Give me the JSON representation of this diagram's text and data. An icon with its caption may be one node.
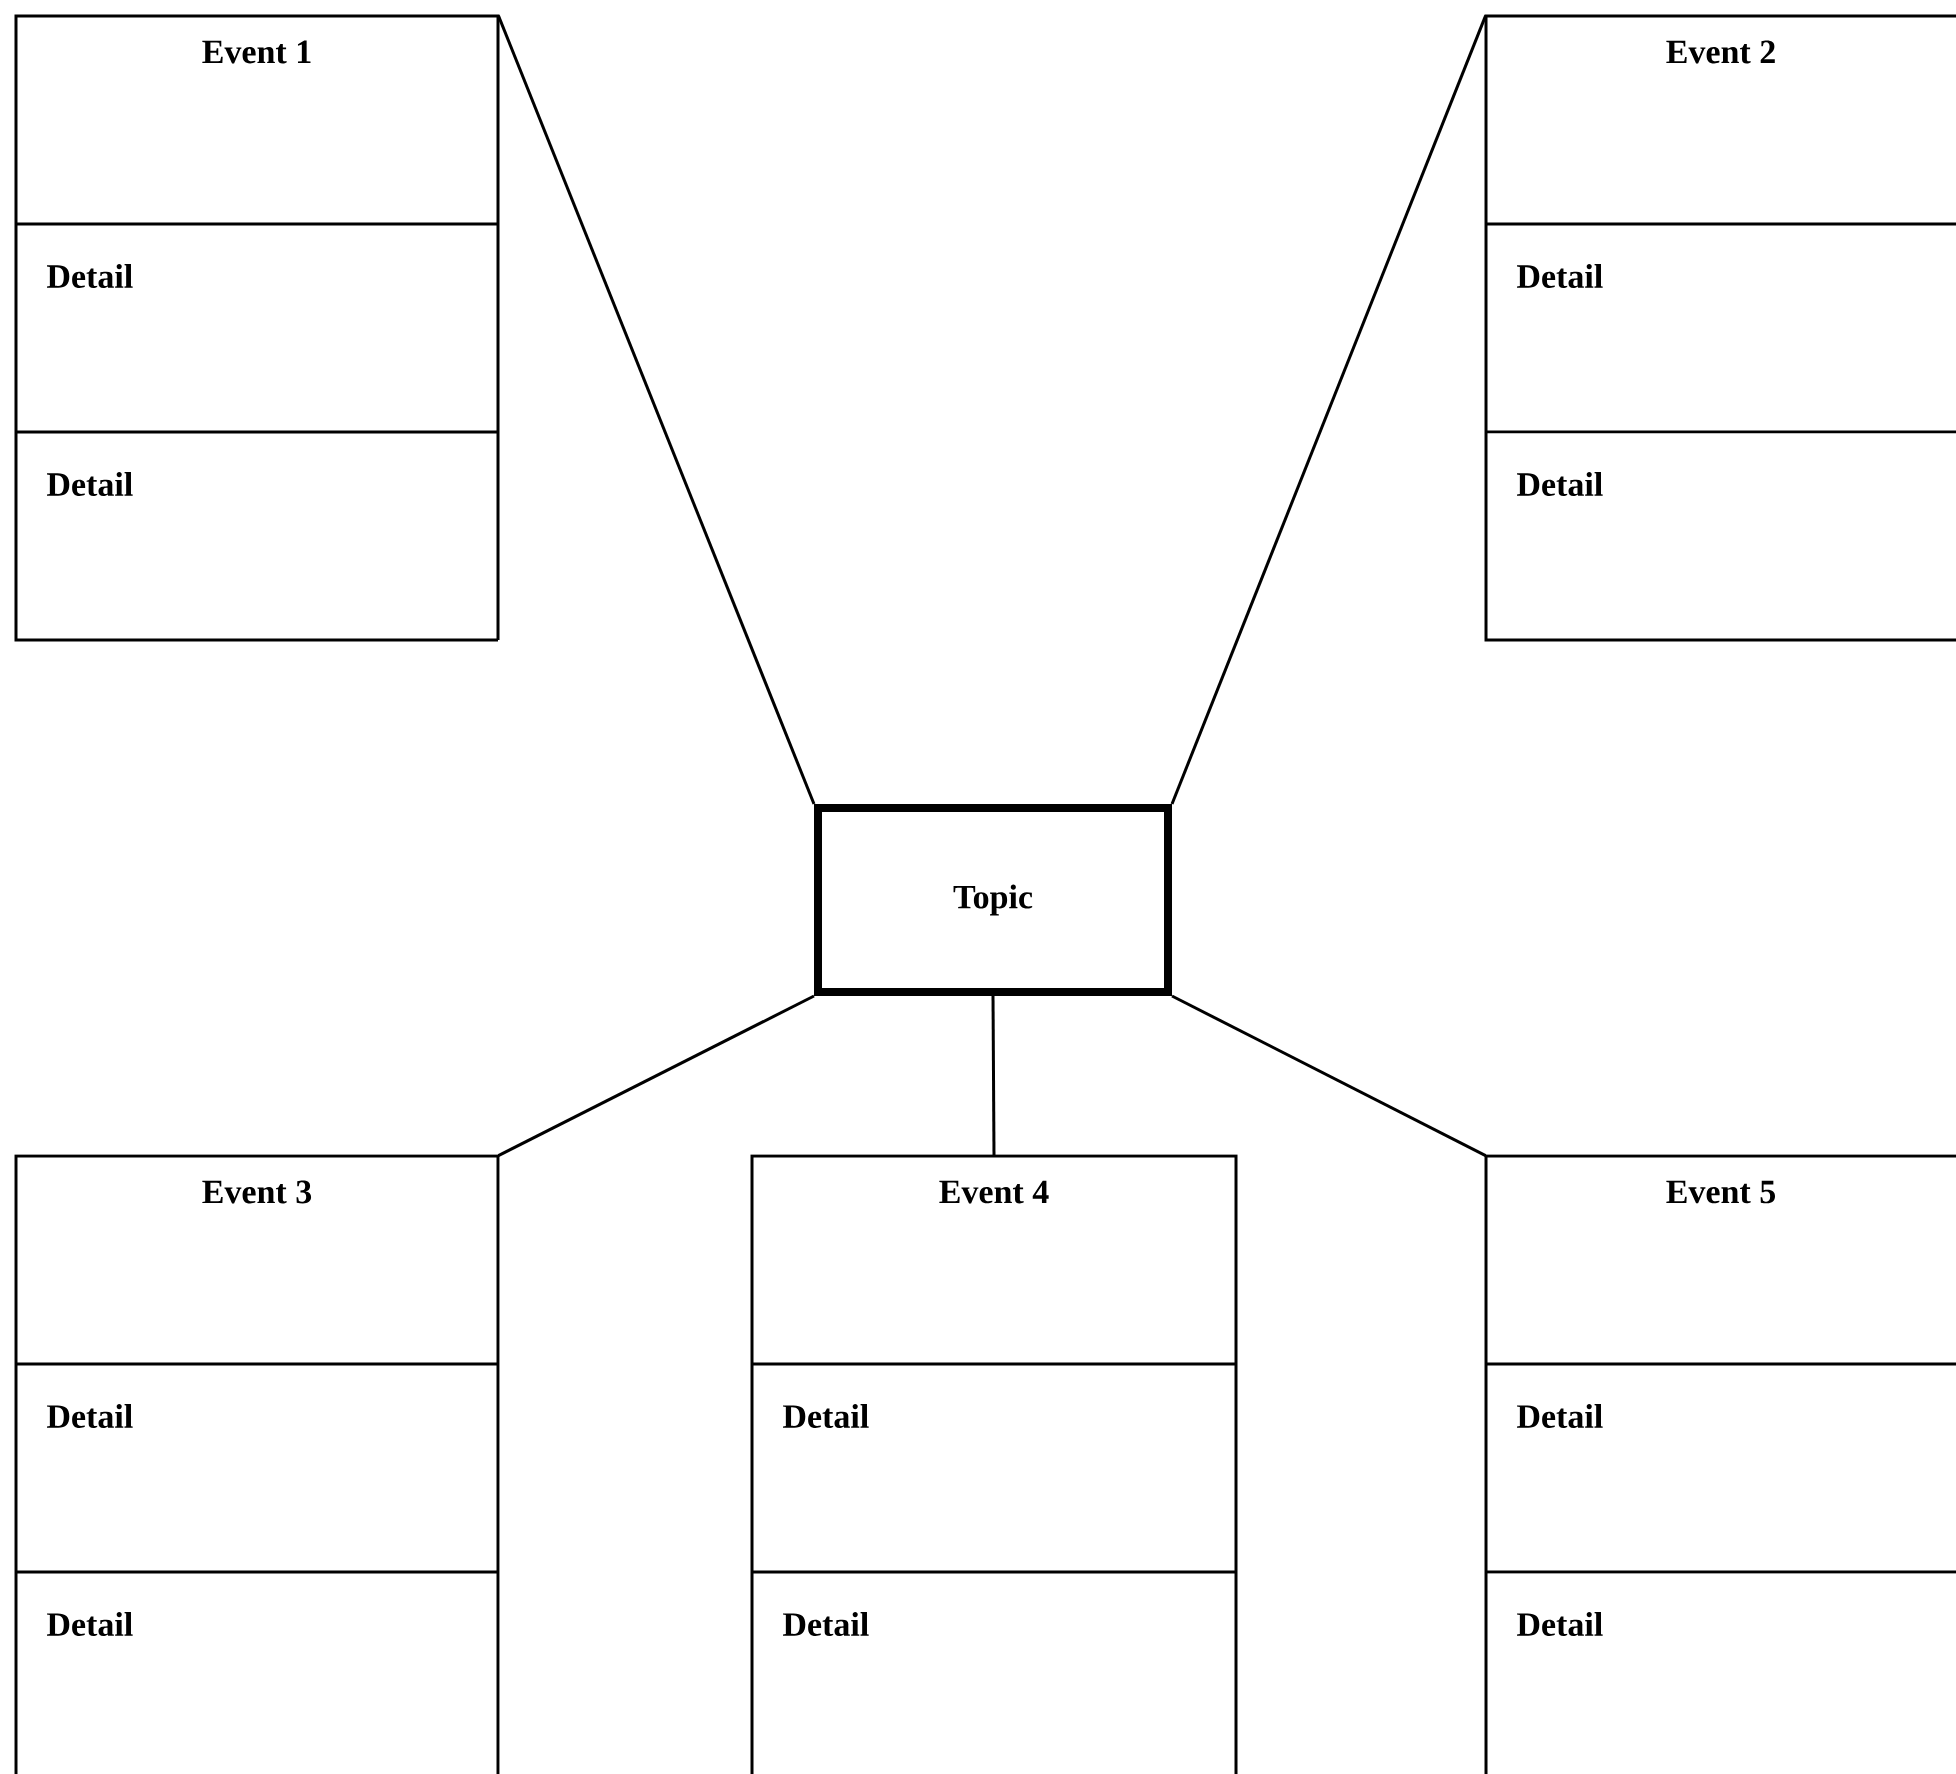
{
  "diagram": {
    "nodes": [
      {
        "text": [
          "Event 1",
          "Detail",
          "Detail"
        ]
      },
      {
        "text": [
          "Event 2",
          "Detail",
          "Detail"
        ]
      },
      {
        "text": [
          "Topic"
        ]
      },
      {
        "text": [
          "Event 3",
          "Detail",
          "Detail"
        ]
      },
      {
        "text": [
          "Event 4",
          "Detail",
          "Detail"
        ]
      },
      {
        "text": [
          "Event 5",
          "Detail",
          "Detail"
        ]
      }
    ],
    "edges": [
      {
        "from": 2,
        "to": 0,
        "arrow": "none"
      },
      {
        "from": 2,
        "to": 1,
        "arrow": "none"
      },
      {
        "from": 2,
        "to": 3,
        "arrow": "none"
      },
      {
        "from": 2,
        "to": 4,
        "arrow": "none"
      },
      {
        "from": 2,
        "to": 5,
        "arrow": "none"
      }
    ]
  }
}
